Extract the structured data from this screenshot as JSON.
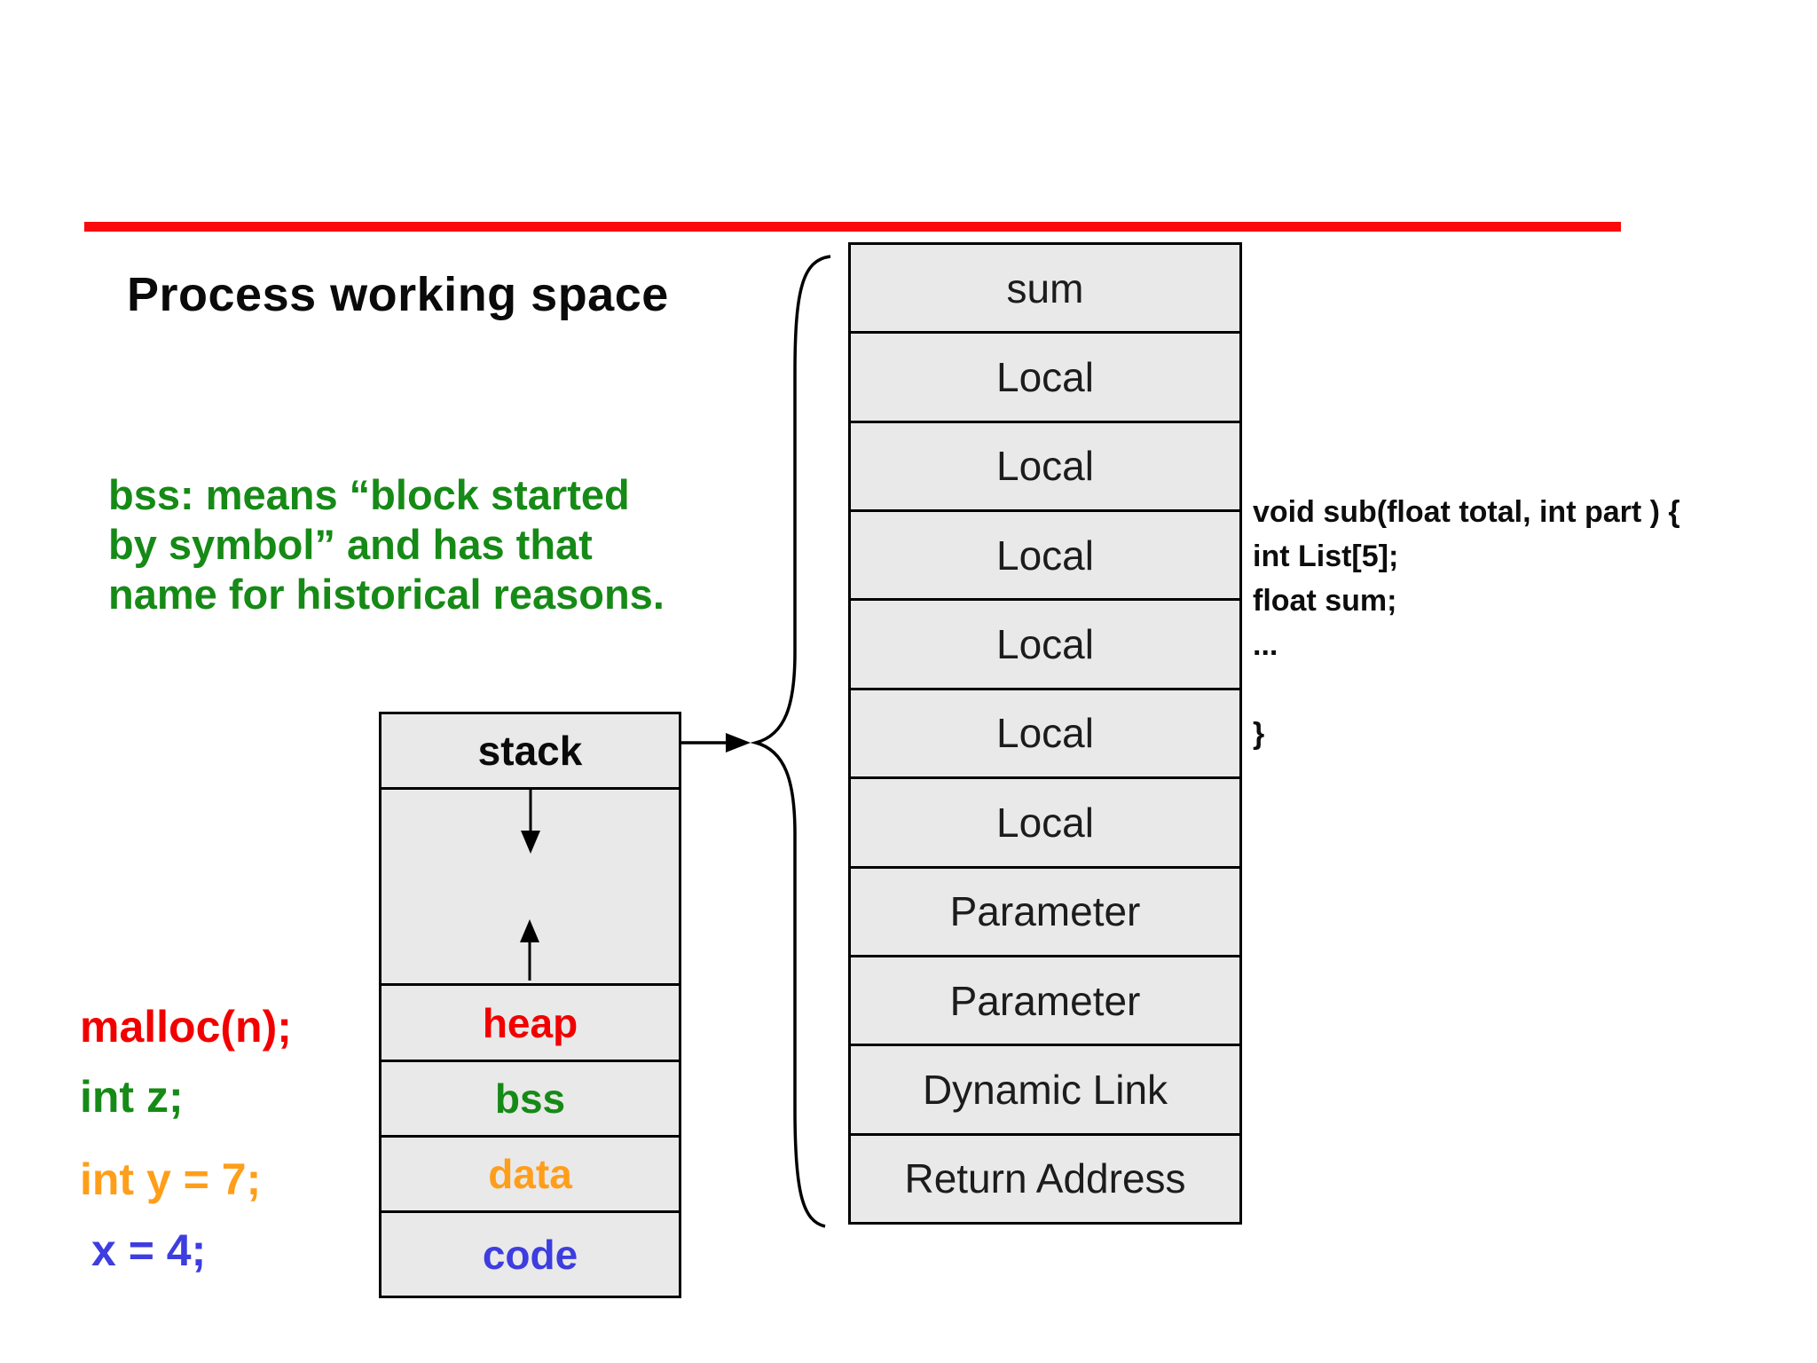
{
  "slide": {
    "title": "Process working space",
    "note_lines": [
      "bss: means “block started",
      "by symbol” and has that",
      "name for historical reasons."
    ]
  },
  "colors": {
    "rule_red": "#fa0a0a",
    "heap_red": "#f20000",
    "bss_green": "#168a16",
    "data_orange": "#ff9e1a",
    "code_blue": "#3d3de0",
    "box_fill": "#e9e9e9",
    "box_border": "#000000"
  },
  "memory": {
    "cells": [
      {
        "label": "stack",
        "color": "#0a0a0a"
      },
      {
        "label": "heap",
        "color": "#f20000"
      },
      {
        "label": "bss",
        "color": "#168a16"
      },
      {
        "label": "data",
        "color": "#ff9e1a"
      },
      {
        "label": "code",
        "color": "#3d3de0"
      }
    ],
    "arrows": [
      "stack-grows-down",
      "heap-grows-up"
    ]
  },
  "annotations": {
    "malloc": "malloc(n);",
    "int_z": "int z;",
    "int_y": "int y = 7;",
    "x_4": "x = 4;"
  },
  "frame": {
    "cells": [
      "sum",
      "Local",
      "Local",
      "Local",
      "Local",
      "Local",
      "Local",
      "Parameter",
      "Parameter",
      "Dynamic Link",
      "Return Address"
    ]
  },
  "code": {
    "lines": [
      "void sub(float total, int part ) {",
      "int List[5];",
      "float sum;",
      "...",
      "",
      "}"
    ]
  }
}
